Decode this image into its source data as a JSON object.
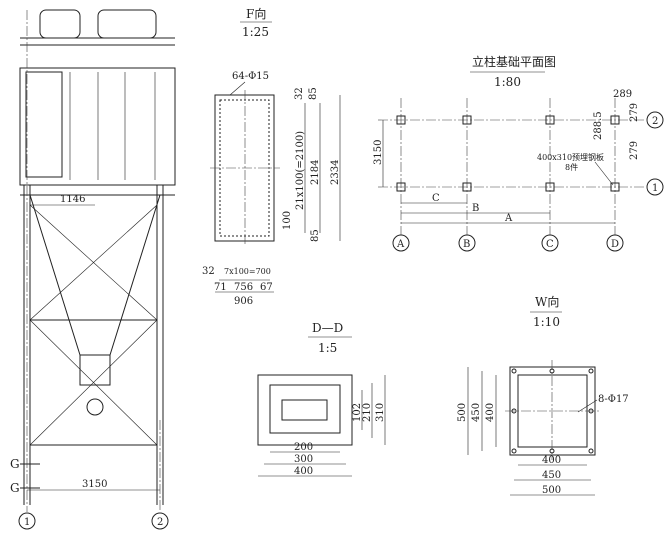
{
  "elevation": {
    "dims": {
      "width_top": "1146",
      "span": "3150"
    },
    "section_marks": [
      "G",
      "G"
    ],
    "axes": [
      "1",
      "2"
    ]
  },
  "f_view": {
    "title": "F向",
    "scale": "1:25",
    "holes": "64-Φ15",
    "dims": [
      "32",
      "85",
      "21x100(=2100)",
      "2184",
      "2334",
      "100",
      "85",
      "32",
      "7x100=700",
      "71",
      "756",
      "67",
      "906"
    ]
  },
  "foundation_plan": {
    "title": "立柱基础平面图",
    "scale": "1:80",
    "dims": [
      "3150",
      "289",
      "288.5",
      "279",
      "279",
      "C",
      "B",
      "A"
    ],
    "note": [
      "400x310预埋钢板",
      "8件"
    ],
    "col_axes": [
      "A",
      "B",
      "C",
      "D"
    ],
    "row_axes": [
      "1",
      "2"
    ]
  },
  "section_dd": {
    "title": "D—D",
    "scale": "1:5",
    "dims": [
      "102",
      "210",
      "310",
      "200",
      "300",
      "400"
    ]
  },
  "w_view": {
    "title": "W向",
    "scale": "1:10",
    "holes": "8-Φ17",
    "dims": [
      "500",
      "450",
      "400",
      "400",
      "450",
      "500"
    ]
  }
}
